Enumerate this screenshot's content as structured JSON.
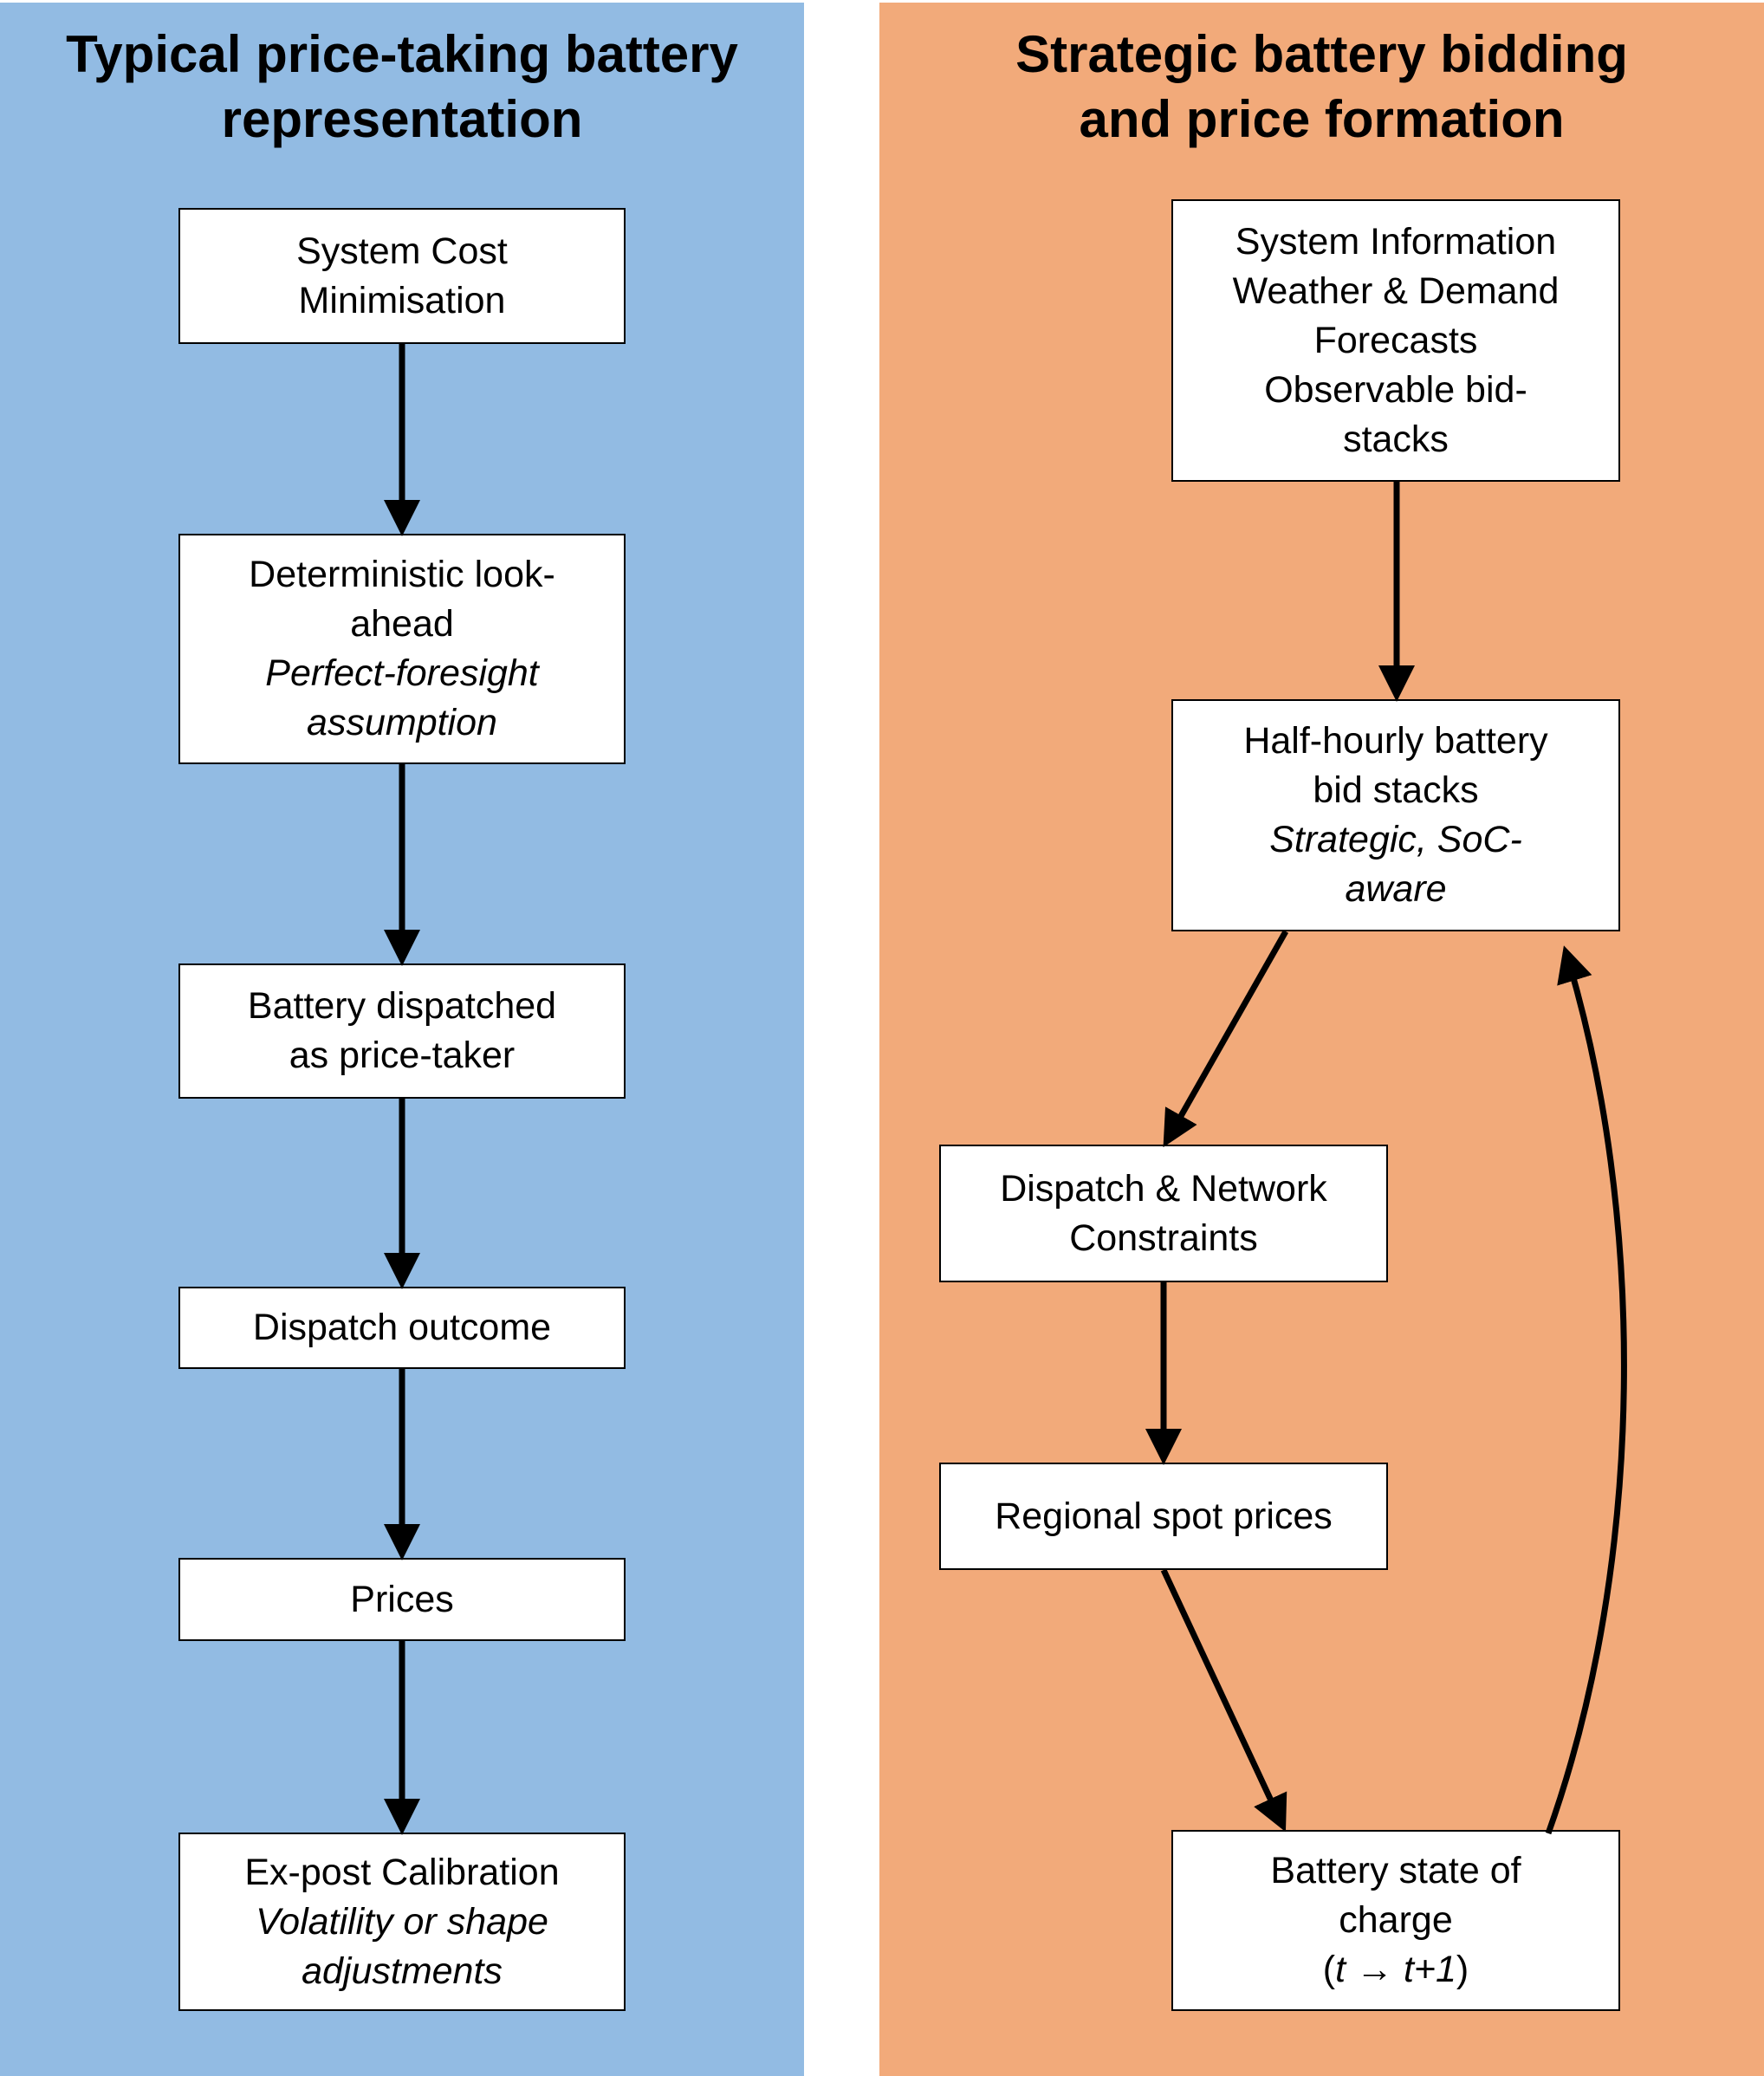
{
  "colors": {
    "left_panel_bg": "#92BBE3",
    "right_panel_bg": "#F2AA7A",
    "box_bg": "#FFFFFF",
    "stroke": "#000000"
  },
  "left_panel": {
    "title_line1": "Typical price-taking battery",
    "title_line2": "representation",
    "boxes": [
      {
        "id": "system-cost-minimisation",
        "lines": [
          {
            "text": "System Cost",
            "italic": false
          },
          {
            "text": "Minimisation",
            "italic": false
          }
        ]
      },
      {
        "id": "deterministic-look-ahead",
        "lines": [
          {
            "text": "Deterministic look-",
            "italic": false
          },
          {
            "text": "ahead",
            "italic": false
          },
          {
            "text": "Perfect-foresight",
            "italic": true
          },
          {
            "text": "assumption",
            "italic": true
          }
        ]
      },
      {
        "id": "battery-dispatched",
        "lines": [
          {
            "text": "Battery dispatched",
            "italic": false
          },
          {
            "text": "as price-taker",
            "italic": false
          }
        ]
      },
      {
        "id": "dispatch-outcome",
        "lines": [
          {
            "text": "Dispatch outcome",
            "italic": false
          }
        ]
      },
      {
        "id": "prices",
        "lines": [
          {
            "text": "Prices",
            "italic": false
          }
        ]
      },
      {
        "id": "ex-post-calibration",
        "lines": [
          {
            "text": "Ex-post Calibration",
            "italic": false
          },
          {
            "text": "Volatility or shape",
            "italic": true
          },
          {
            "text": "adjustments",
            "italic": true
          }
        ]
      }
    ],
    "edges": [
      {
        "from": "system-cost-minimisation",
        "to": "deterministic-look-ahead"
      },
      {
        "from": "deterministic-look-ahead",
        "to": "battery-dispatched"
      },
      {
        "from": "battery-dispatched",
        "to": "dispatch-outcome"
      },
      {
        "from": "dispatch-outcome",
        "to": "prices"
      },
      {
        "from": "prices",
        "to": "ex-post-calibration"
      }
    ]
  },
  "right_panel": {
    "title_line1": "Strategic battery bidding",
    "title_line2": "and price formation",
    "boxes": [
      {
        "id": "system-information",
        "lines": [
          {
            "text": "System Information",
            "italic": false
          },
          {
            "text": "Weather & Demand",
            "italic": false
          },
          {
            "text": "Forecasts",
            "italic": false
          },
          {
            "text": "Observable bid-",
            "italic": false
          },
          {
            "text": "stacks",
            "italic": false
          }
        ]
      },
      {
        "id": "half-hourly-bid-stacks",
        "lines": [
          {
            "text": "Half-hourly battery",
            "italic": false
          },
          {
            "text": "bid stacks",
            "italic": false
          },
          {
            "text": "Strategic, SoC-",
            "italic": true
          },
          {
            "text": "aware",
            "italic": true
          }
        ]
      },
      {
        "id": "dispatch-network-constraints",
        "lines": [
          {
            "text": "Dispatch & Network",
            "italic": false
          },
          {
            "text": "Constraints",
            "italic": false
          }
        ]
      },
      {
        "id": "regional-spot-prices",
        "lines": [
          {
            "text": "Regional spot prices",
            "italic": false
          }
        ]
      },
      {
        "id": "battery-state-of-charge",
        "lines": [
          {
            "text": "Battery state of",
            "italic": false
          },
          {
            "text": "charge",
            "italic": false
          },
          {
            "text": "(t → t+1)",
            "italic": false,
            "mixed": [
              {
                "text": "(",
                "italic": false
              },
              {
                "text": "t",
                "italic": true
              },
              {
                "text": " → ",
                "italic": false
              },
              {
                "text": "t+1",
                "italic": true
              },
              {
                "text": ")",
                "italic": false
              }
            ]
          }
        ]
      }
    ],
    "edges": [
      {
        "from": "system-information",
        "to": "half-hourly-bid-stacks"
      },
      {
        "from": "half-hourly-bid-stacks",
        "to": "dispatch-network-constraints"
      },
      {
        "from": "dispatch-network-constraints",
        "to": "regional-spot-prices"
      },
      {
        "from": "regional-spot-prices",
        "to": "battery-state-of-charge"
      },
      {
        "from": "battery-state-of-charge",
        "to": "half-hourly-bid-stacks",
        "curved": true
      }
    ]
  }
}
